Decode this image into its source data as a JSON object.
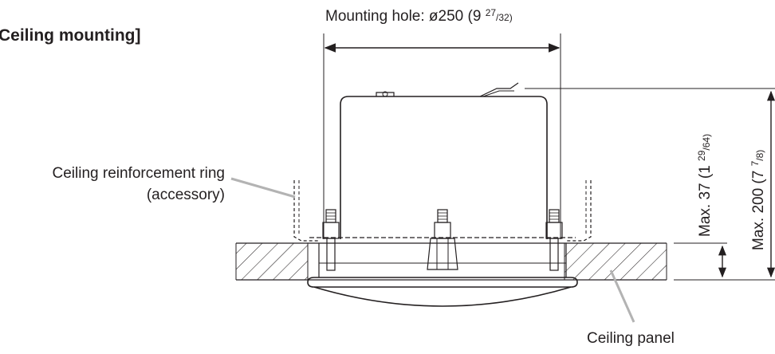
{
  "title": "Ceiling mounting]",
  "dimensions": {
    "mounting_hole": {
      "main": "Mounting hole: ø250 (9 ",
      "frac_num": "27",
      "frac_den": "/32)"
    },
    "max37": {
      "main": "Max. 37 (1 ",
      "frac_num": "29",
      "frac_den": "/64)"
    },
    "max200": {
      "main": "Max. 200 (7 ",
      "frac_num": "7",
      "frac_den": "/8)"
    }
  },
  "labels": {
    "ring_line1": "Ceiling reinforcement ring",
    "ring_line2": "(accessory)",
    "panel": "Ceiling panel"
  },
  "colors": {
    "ink": "#231f20",
    "leader": "#b3b3b3"
  }
}
